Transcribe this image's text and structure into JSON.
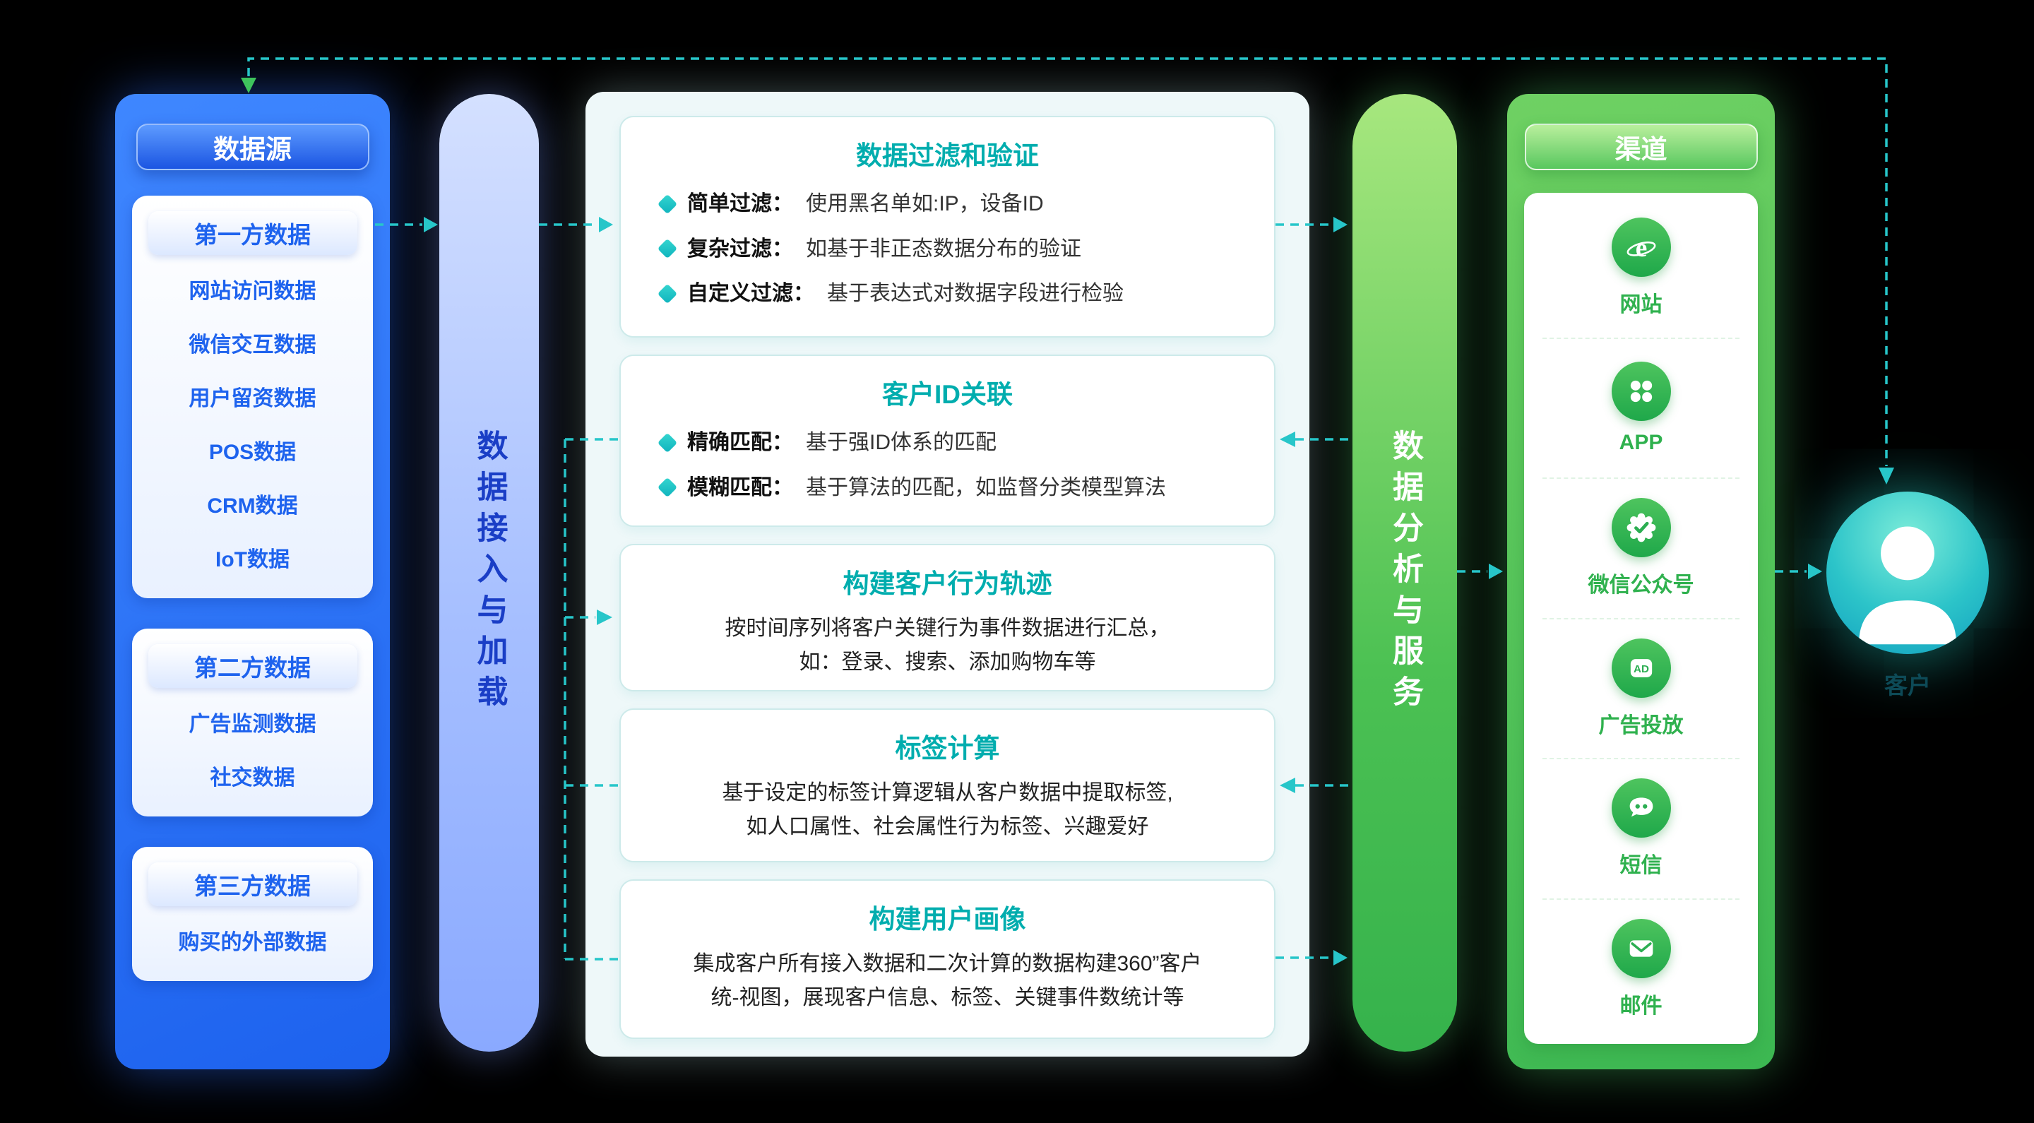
{
  "colors": {
    "background": "#000000",
    "primary_blue": "#1e63ee",
    "ingest_pill_blue": "#9db9ff",
    "teal_accent": "#27c6c9",
    "card_title_teal": "#00adae",
    "primary_green": "#3cb852",
    "channel_label_green": "#2fb14e",
    "customer_teal": "#2cc4c9"
  },
  "left_panel": {
    "title": "数据源",
    "groups": [
      {
        "title": "第一方数据",
        "items": [
          "网站访问数据",
          "微信交互数据",
          "用户留资数据",
          "POS数据",
          "CRM数据",
          "IoT数据"
        ]
      },
      {
        "title": "第二方数据",
        "items": [
          "广告监测数据",
          "社交数据"
        ]
      },
      {
        "title": "第三方数据",
        "items": [
          "购买的外部数据"
        ]
      }
    ]
  },
  "ingest_pill": {
    "label": "数据接入与加载"
  },
  "process": {
    "cards": [
      {
        "title": "数据过滤和验证",
        "bullets": [
          {
            "label": "简单过滤：",
            "text": "使用黑名单如:IP，设备ID"
          },
          {
            "label": "复杂过滤：",
            "text": "如基于非正态数据分布的验证"
          },
          {
            "label": "自定义过滤：",
            "text": "基于表达式对数据字段进行检验"
          }
        ]
      },
      {
        "title": "客户ID关联",
        "bullets": [
          {
            "label": "精确匹配：",
            "text": "基于强ID体系的匹配"
          },
          {
            "label": "模糊匹配：",
            "text": "基于算法的匹配，如监督分类模型算法"
          }
        ]
      },
      {
        "title": "构建客户行为轨迹",
        "body": "按时间序列将客户关键行为事件数据进行汇总，\n如：登录、搜索、添加购物车等"
      },
      {
        "title": "标签计算",
        "body": "基于设定的标签计算逻辑从客户数据中提取标签,\n如人口属性、社会属性行为标签、兴趣爱好"
      },
      {
        "title": "构建用户画像",
        "body": "集成客户所有接入数据和二次计算的数据构建360”客户\n统-视图，展现客户信息、标签、关键事件数统计等"
      }
    ]
  },
  "analysis_pill": {
    "label": "数据分析与服务"
  },
  "channels": {
    "title": "渠道",
    "items": [
      {
        "icon": "browser-icon",
        "label": "网站"
      },
      {
        "icon": "app-icon",
        "label": "APP"
      },
      {
        "icon": "wechat-official-icon",
        "label": "微信公众号"
      },
      {
        "icon": "ad-icon",
        "label": "广告投放"
      },
      {
        "icon": "sms-icon",
        "label": "短信"
      },
      {
        "icon": "email-icon",
        "label": "邮件"
      }
    ]
  },
  "customer": {
    "label": "客户"
  }
}
